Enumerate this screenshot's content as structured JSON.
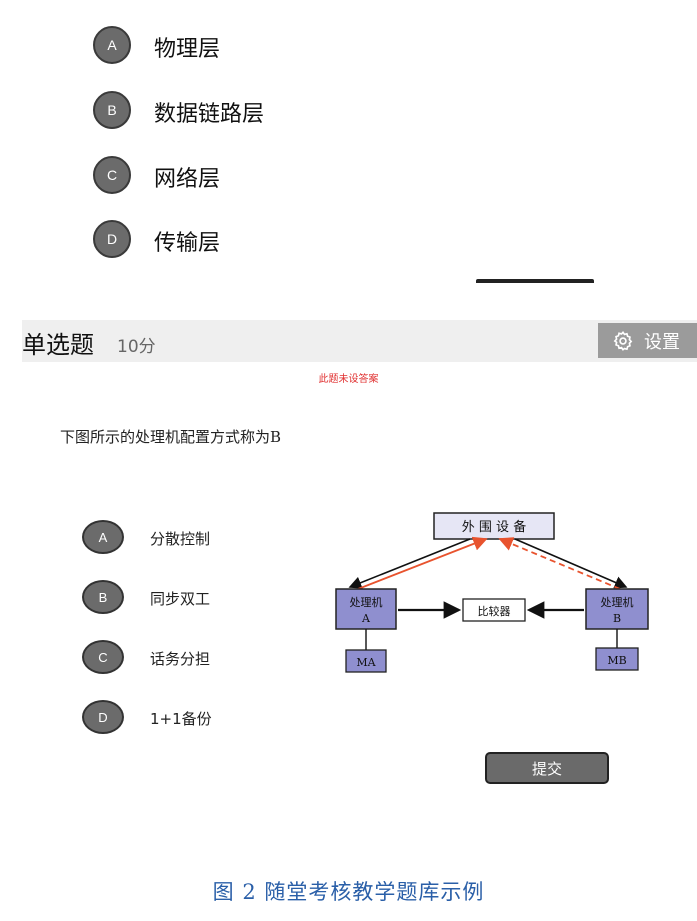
{
  "top_options": [
    {
      "letter": "A",
      "label": "物理层"
    },
    {
      "letter": "B",
      "label": "数据链路层"
    },
    {
      "letter": "C",
      "label": "网络层"
    },
    {
      "letter": "D",
      "label": "传输层"
    }
  ],
  "header": {
    "title": "单选题",
    "score": "10分",
    "settings_label": "设置"
  },
  "no_answer_notice": "此题未设答案",
  "question": "下图所示的处理机配置方式称为B",
  "options": [
    {
      "letter": "A",
      "label": "分散控制"
    },
    {
      "letter": "B",
      "label": "同步双工"
    },
    {
      "letter": "C",
      "label": "话务分担"
    },
    {
      "letter": "D",
      "label": "1+1备份"
    }
  ],
  "diagram": {
    "peripheral": "外 围 设 备",
    "processor_a_line1": "处理机",
    "processor_a_line2": "A",
    "processor_b_line1": "处理机",
    "processor_b_line2": "B",
    "comparator": "比较器",
    "memory_a": "MA",
    "memory_b": "MB"
  },
  "submit_label": "提交",
  "caption": "图 2 随堂考核教学题库示例",
  "colors": {
    "box_fill": "#8f8fcf",
    "peripheral_fill": "#e6e6f5",
    "red_arrow": "#e8532e",
    "caption": "#2a5fa8",
    "notice": "#e03030"
  }
}
